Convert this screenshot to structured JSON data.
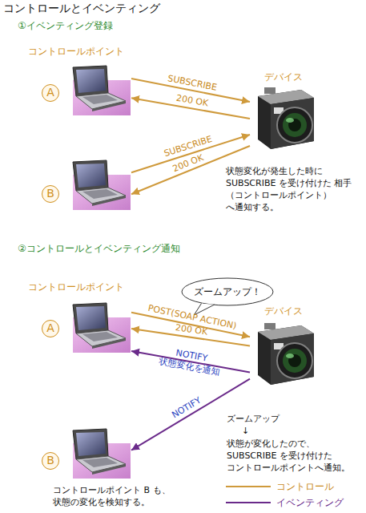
{
  "diagram": {
    "title": "コントロールとイベンティング",
    "nodes": [
      {
        "text": [
          "A"
        ]
      },
      {
        "text": [
          "デバイス"
        ]
      },
      {
        "text": [
          "B"
        ]
      },
      {
        "text": [
          "ズームアップ！"
        ]
      },
      {
        "text": [
          "A"
        ]
      },
      {
        "text": [
          "デバイス"
        ]
      },
      {
        "text": [
          "B"
        ]
      }
    ],
    "edges": [
      {
        "from": 0,
        "to": 1,
        "arrow": "to",
        "label": "SUBSCRIBE"
      },
      {
        "from": 1,
        "to": 0,
        "arrow": "to",
        "label": "200 OK"
      },
      {
        "from": 2,
        "to": 1,
        "arrow": "to",
        "label": "SUBSCRIBE"
      },
      {
        "from": 1,
        "to": 2,
        "arrow": "to",
        "label": "200 OK"
      },
      {
        "from": 4,
        "to": 5,
        "arrow": "to",
        "label": "POST(SOAP ACTION)"
      },
      {
        "from": 5,
        "to": 4,
        "arrow": "to",
        "label": "200 OK"
      },
      {
        "from": 5,
        "to": 4,
        "arrow": "to",
        "label": "NOTIFY 状態変化を通知"
      },
      {
        "from": 5,
        "to": 6,
        "arrow": "to",
        "label": "NOTIFY"
      }
    ],
    "labels": [
      "①イベンティング登録",
      "コントロールポイント",
      "状態変化が発生した時に SUBSCRIBE を受け付けた 相手（コントロールポイント） へ通知する。",
      "②コントロールとイベンティング通知",
      "コントロールポイント",
      "ズームアップ",
      "↓",
      "状態が変化したので、 SUBSCRIBE を受け付けた コントロールポイントへ通知。",
      "コントロールポイント B も、 状態の変化を検知する。"
    ],
    "legend": [
      {
        "text": "コントロール"
      },
      {
        "text": "イベンティング"
      }
    ]
  }
}
